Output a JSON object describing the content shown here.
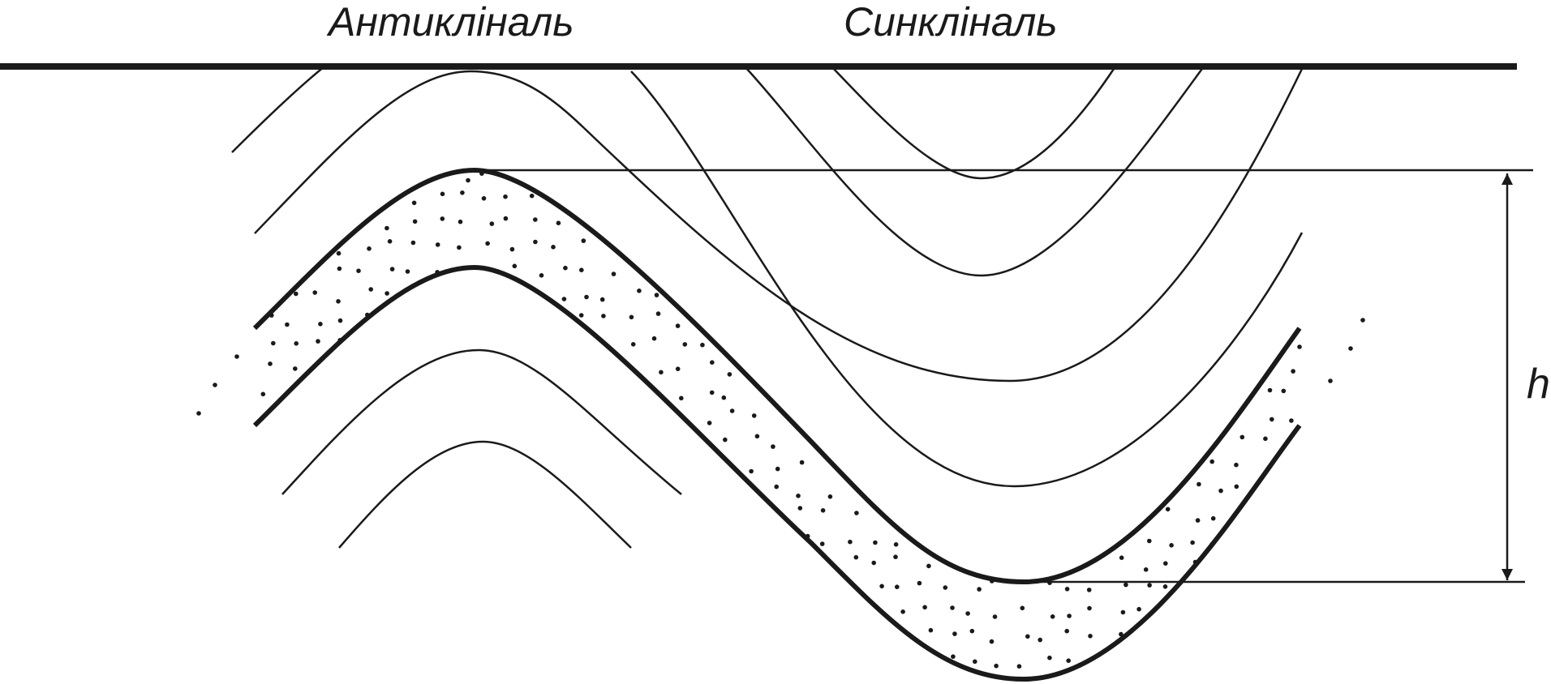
{
  "labels": {
    "anticline": "Антикліналь",
    "syncline": "Синкліналь",
    "thickness": "h"
  },
  "colors": {
    "line": "#1a1a1a",
    "background": "#ffffff"
  }
}
